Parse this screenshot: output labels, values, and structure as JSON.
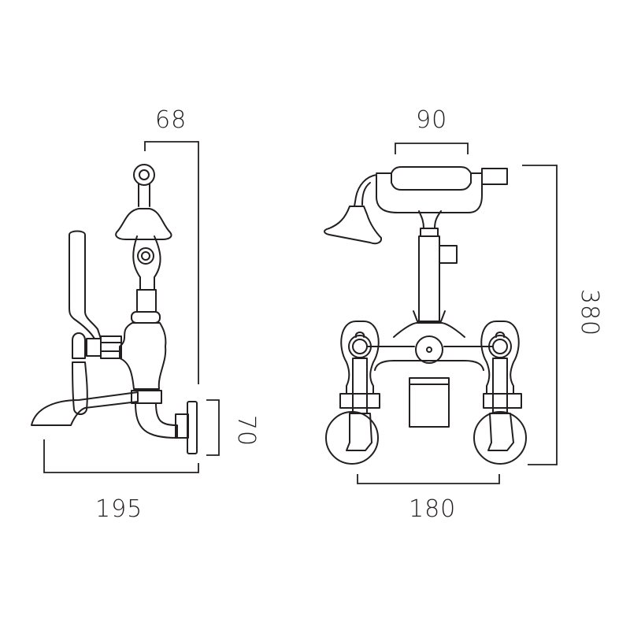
{
  "diagram": {
    "subject": "Bath shower mixer with wall mounting legs and handset",
    "line_color": "#231f20",
    "background": "#ffffff",
    "side_view": {
      "dimensions": {
        "top_width": "68",
        "overall_depth": "195",
        "leg_height": "70"
      }
    },
    "front_view": {
      "dimensions": {
        "handset_width": "90",
        "overall_height": "380",
        "centres": "180"
      }
    }
  }
}
